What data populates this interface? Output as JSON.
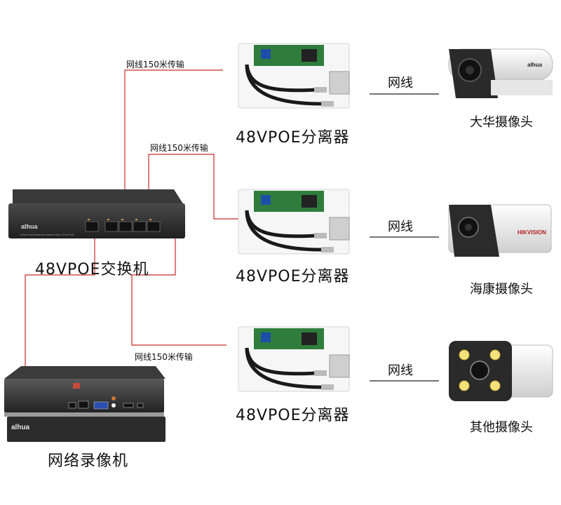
{
  "switch": {
    "brand": "alhua",
    "label": "48VPOE交换机",
    "panel_text": "4-Port Fast Ethernet Switch with 4-Port PoE"
  },
  "nvr": {
    "brand": "alhua",
    "label": "网络录像机"
  },
  "links": [
    {
      "transmission": "网线150米传输",
      "splitter": "48VPOE分离器",
      "cable": "网线",
      "camera": "大华摄像头",
      "camera_brand": "alhua"
    },
    {
      "transmission": "网线150米传输",
      "splitter": "48VPOE分离器",
      "cable": "网线",
      "camera": "海康摄像头",
      "camera_brand": "HIKVISION"
    },
    {
      "transmission": "网线150米传输",
      "splitter": "48VPOE分离器",
      "cable": "网线",
      "camera": "其他摄像头",
      "camera_brand": ""
    }
  ],
  "colors": {
    "network_line": "#cc2a2a",
    "device_dark": "#2d2d2d",
    "connector_line": "#222222"
  }
}
